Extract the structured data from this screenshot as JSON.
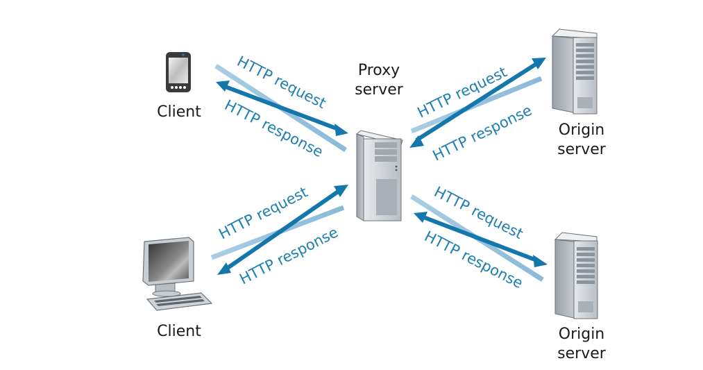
{
  "diagram": {
    "title": "",
    "colors": {
      "arrow_dark": "#1477ac",
      "arrow_light": "#9cc5e0",
      "label_text": "#1e7fb0",
      "node_text": "#1a1a1a"
    },
    "nodes": {
      "client_phone": {
        "label": "Client",
        "icon": "smartphone-icon"
      },
      "client_pc": {
        "label": "Client",
        "icon": "desktop-computer-icon"
      },
      "proxy": {
        "label_line1": "Proxy",
        "label_line2": "server",
        "icon": "tower-server-icon"
      },
      "origin_top": {
        "label_line1": "Origin",
        "label_line2": "server",
        "icon": "rack-server-icon"
      },
      "origin_bottom": {
        "label_line1": "Origin",
        "label_line2": "server",
        "icon": "rack-server-icon"
      }
    },
    "links": [
      {
        "id": "phone-proxy",
        "request_label": "HTTP request",
        "response_label": "HTTP response"
      },
      {
        "id": "pc-proxy",
        "request_label": "HTTP request",
        "response_label": "HTTP response"
      },
      {
        "id": "proxy-origin-top",
        "request_label": "HTTP request",
        "response_label": "HTTP response"
      },
      {
        "id": "proxy-origin-bottom",
        "request_label": "HTTP request",
        "response_label": "HTTP response"
      }
    ]
  }
}
